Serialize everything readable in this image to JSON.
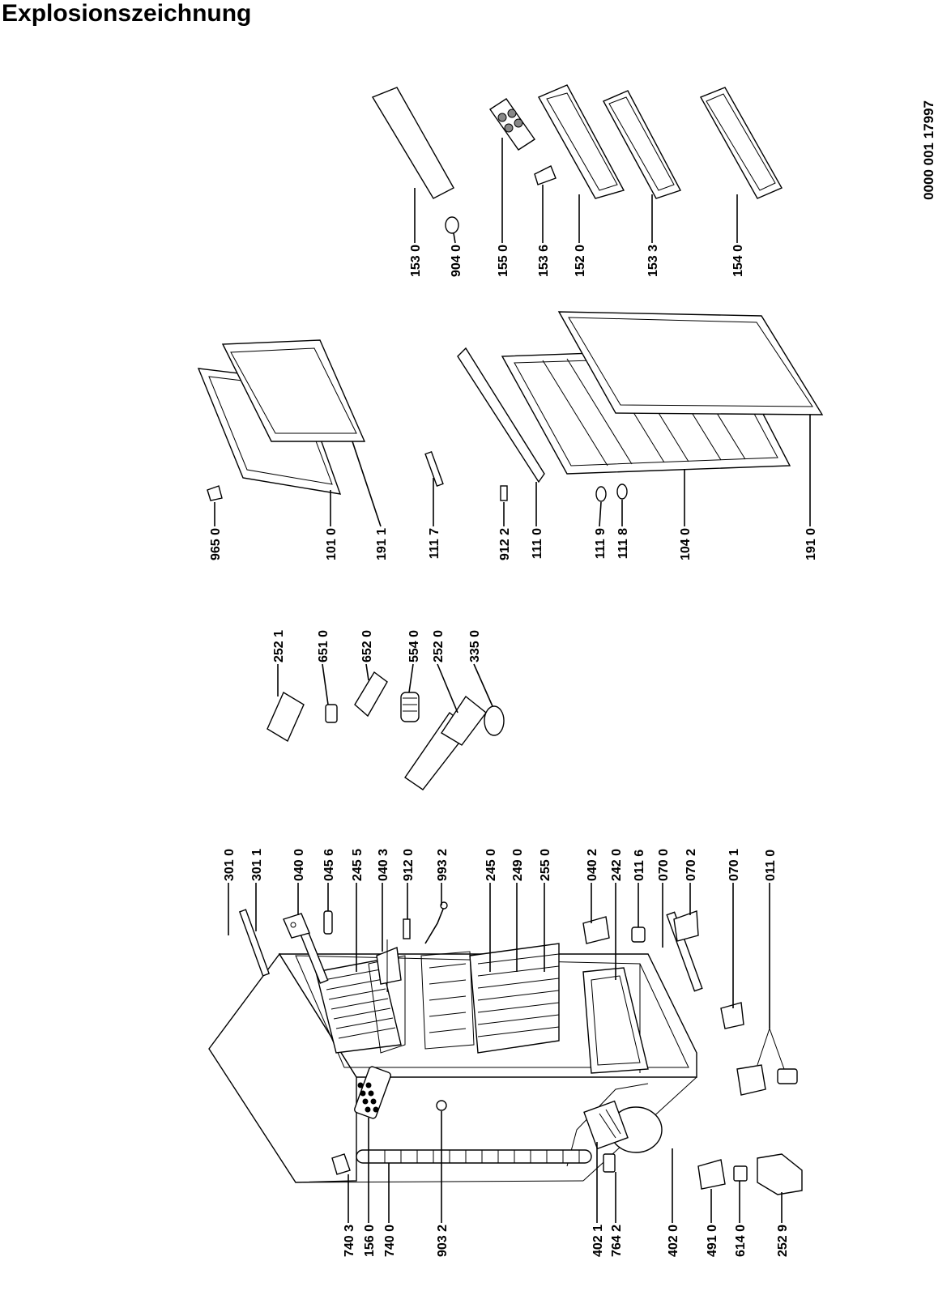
{
  "title": "Explosionszeichnung",
  "document_number": "0000 001 17997",
  "labels": {
    "p301_0": "301 0",
    "p301_1": "301 1",
    "p040_0": "040 0",
    "p045_6": "045 6",
    "p245_5": "245 5",
    "p040_3": "040 3",
    "p912_0": "912 0",
    "p993_2": "993 2",
    "p245_0": "245 0",
    "p249_0": "249 0",
    "p255_0": "255 0",
    "p040_2": "040 2",
    "p242_0": "242 0",
    "p011_6": "011 6",
    "p070_0": "070 0",
    "p070_2": "070 2",
    "p070_1": "070 1",
    "p011_0": "011 0",
    "p740_3": "740 3",
    "p156_0": "156 0",
    "p740_0": "740 0",
    "p903_2": "903 2",
    "p402_1": "402 1",
    "p764_2": "764 2",
    "p402_0": "402 0",
    "p491_0": "491 0",
    "p614_0": "614 0",
    "p252_9": "252 9",
    "p252_1": "252 1",
    "p651_0": "651 0",
    "p652_0": "652 0",
    "p554_0": "554 0",
    "p252_0": "252 0",
    "p335_0": "335 0",
    "p965_0": "965 0",
    "p101_0": "101 0",
    "p191_1": "191 1",
    "p111_7": "111 7",
    "p912_2": "912 2",
    "p111_0": "111 0",
    "p111_9": "111 9",
    "p111_8": "111 8",
    "p104_0": "104 0",
    "p191_0": "191 0",
    "p153_0": "153 0",
    "p904_0": "904 0",
    "p155_0": "155 0",
    "p153_6": "153 6",
    "p152_0": "152 0",
    "p153_3": "153 3",
    "p154_0": "154 0"
  }
}
